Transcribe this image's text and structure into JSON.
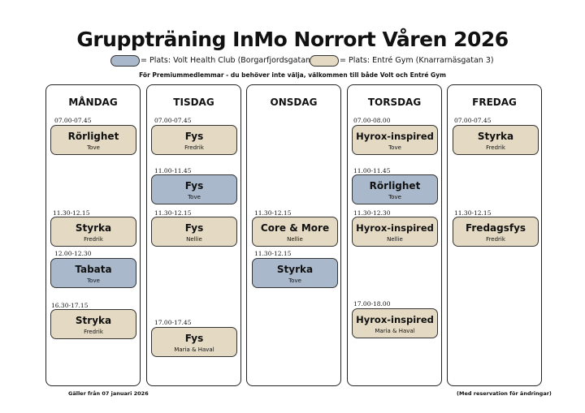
{
  "header": {
    "title": "Gruppträning InMo Norrort Våren 2026",
    "subtitle": "För Premiummedlemmar - du behöver inte välja, välkommen till både Volt och Entré Gym"
  },
  "legend": [
    {
      "color": "#a9b9cb",
      "text": "= Plats: Volt Health Club (Borgarfjordsgatan 18)"
    },
    {
      "color": "#e4d9c3",
      "text": "= Plats: Entré Gym (Knarrarnäsgatan 3)"
    }
  ],
  "colors": {
    "volt": "#a9b9cb",
    "entre": "#e4d9c3"
  },
  "days": [
    {
      "name": "MÅNDAG",
      "sessions": [
        {
          "time": "07.00-07.45",
          "name": "Rörlighet",
          "trainer": "Tove",
          "location": "entre"
        },
        {
          "time": "11.30-12.15",
          "name": "Styrka",
          "trainer": "Fredrik",
          "location": "entre"
        },
        {
          "time": "12.00-12.30",
          "name": "Tabata",
          "trainer": "Tove",
          "location": "volt"
        },
        {
          "time": "16.30-17.15",
          "name": "Stryka",
          "trainer": "Fredrik",
          "location": "entre"
        }
      ]
    },
    {
      "name": "TISDAG",
      "sessions": [
        {
          "time": "07.00-07.45",
          "name": "Fys",
          "trainer": "Fredrik",
          "location": "entre"
        },
        {
          "time": "11.00-11.45",
          "name": "Fys",
          "trainer": "Tove",
          "location": "volt"
        },
        {
          "time": "11.30-12.15",
          "name": "Fys",
          "trainer": "Nellie",
          "location": "entre"
        },
        {
          "time": "17.00-17.45",
          "name": "Fys",
          "trainer": "Maria & Haval",
          "location": "entre"
        }
      ]
    },
    {
      "name": "ONSDAG",
      "sessions": [
        {
          "time": "11.30-12.15",
          "name": "Core & More",
          "trainer": "Nellie",
          "location": "entre"
        },
        {
          "time": "11.30-12.15",
          "name": "Styrka",
          "trainer": "Tove",
          "location": "volt"
        }
      ]
    },
    {
      "name": "TORSDAG",
      "sessions": [
        {
          "time": "07.00-08.00",
          "name": "Hyrox-inspired",
          "trainer": "Tove",
          "location": "entre"
        },
        {
          "time": "11.00-11.45",
          "name": "Rörlighet",
          "trainer": "Tove",
          "location": "volt"
        },
        {
          "time": "11.30-12.30",
          "name": "Hyrox-inspired",
          "trainer": "Nellie",
          "location": "entre"
        },
        {
          "time": "17.00-18.00",
          "name": "Hyrox-inspired",
          "trainer": "Maria & Haval",
          "location": "entre"
        }
      ]
    },
    {
      "name": "FREDAG",
      "sessions": [
        {
          "time": "07.00-07.45",
          "name": "Styrka",
          "trainer": "Fredrik",
          "location": "entre"
        },
        {
          "time": "11.30-12.15",
          "name": "Fredagsfys",
          "trainer": "Fredrik",
          "location": "entre"
        }
      ]
    }
  ],
  "footer": {
    "valid_from": "Gäller från 07 januari 2026",
    "reservation": "(Med reservation för ändringar)"
  }
}
